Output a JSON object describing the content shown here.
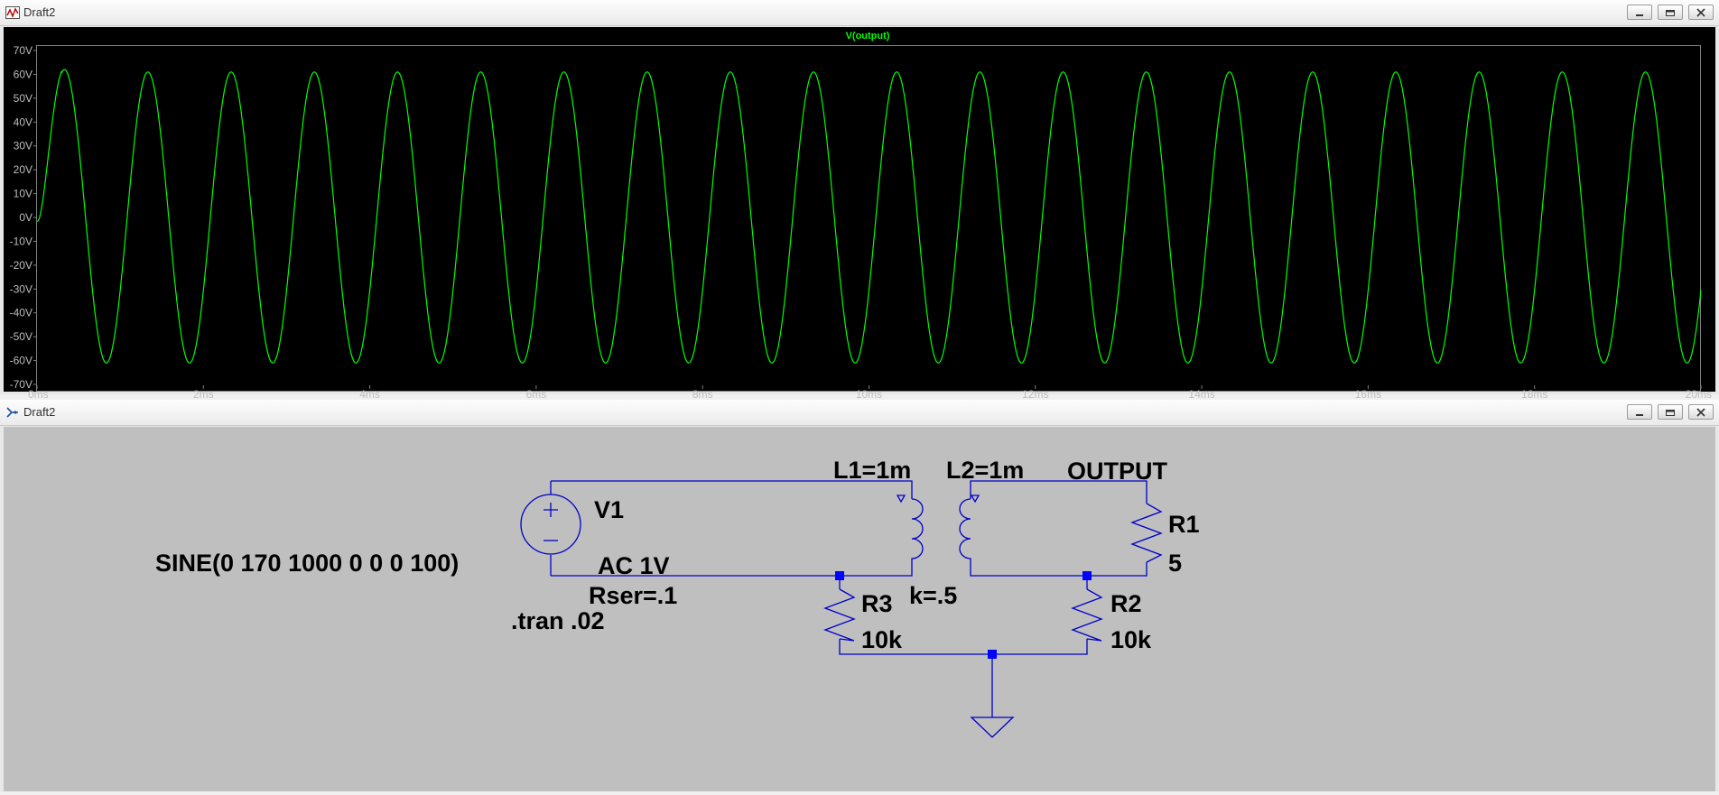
{
  "plot_window": {
    "title": "Draft2",
    "trace_label": "V(output)"
  },
  "schematic_window": {
    "title": "Draft2",
    "labels": {
      "v1_name": "V1",
      "v1_value": "SINE(0 170 1000 0 0 0 100)",
      "v1_ac": "AC 1V",
      "v1_rser": "Rser=.1",
      "tran": ".tran .02",
      "l1": "L1=1m",
      "l2": "L2=1m",
      "net_output": "OUTPUT",
      "r1_name": "R1",
      "r1_value": "5",
      "r2_name": "R2",
      "r2_value": "10k",
      "r3_name": "R3",
      "r3_value": "10k",
      "coupling": "k=.5"
    }
  },
  "colors": {
    "trace": "#00ff00",
    "grid": "#808080",
    "wire": "#0000c8",
    "junction": "#0000ff",
    "schematic_bg": "#bfbfbf",
    "plot_bg": "#000000"
  },
  "chart_data": {
    "type": "line",
    "title": "V(output)",
    "xlabel": "",
    "ylabel": "",
    "x_ticks": [
      "0ms",
      "2ms",
      "4ms",
      "6ms",
      "8ms",
      "10ms",
      "12ms",
      "14ms",
      "16ms",
      "18ms",
      "20ms"
    ],
    "y_ticks": [
      "70V",
      "60V",
      "50V",
      "40V",
      "30V",
      "20V",
      "10V",
      "0V",
      "-10V",
      "-20V",
      "-30V",
      "-40V",
      "-50V",
      "-60V",
      "-70V"
    ],
    "xlim": [
      0,
      20
    ],
    "ylim": [
      -70,
      70
    ],
    "grid": false,
    "series": [
      {
        "name": "V(output)",
        "waveform": "sine",
        "amplitude": 61,
        "first_peak": 64,
        "frequency_khz": 1,
        "phase_deg": -30,
        "x_units": "ms",
        "y_units": "V"
      }
    ]
  }
}
